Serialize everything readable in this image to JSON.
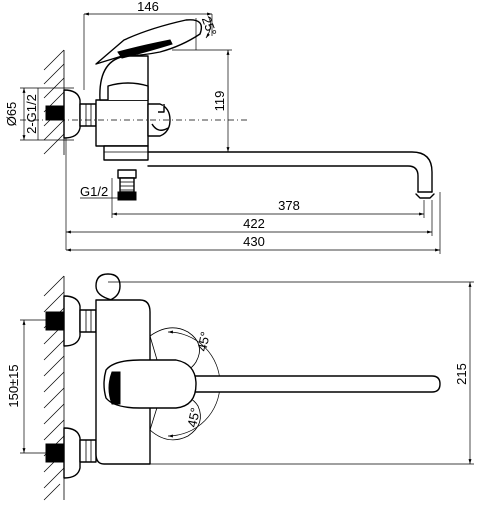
{
  "dimensions": {
    "top": {
      "overall_height": "146",
      "handle_angle": "25°",
      "body_height": "119",
      "flange_diameter": "Ø65",
      "inlet_thread": "2-G1/2",
      "outlet_thread": "G1/2",
      "spout_reach": "378",
      "spout_length": "422",
      "total_length": "430"
    },
    "bottom": {
      "handle_rotation_up": "45°",
      "handle_rotation_down": "45°",
      "center_distance": "150±15",
      "total_height": "215"
    }
  }
}
